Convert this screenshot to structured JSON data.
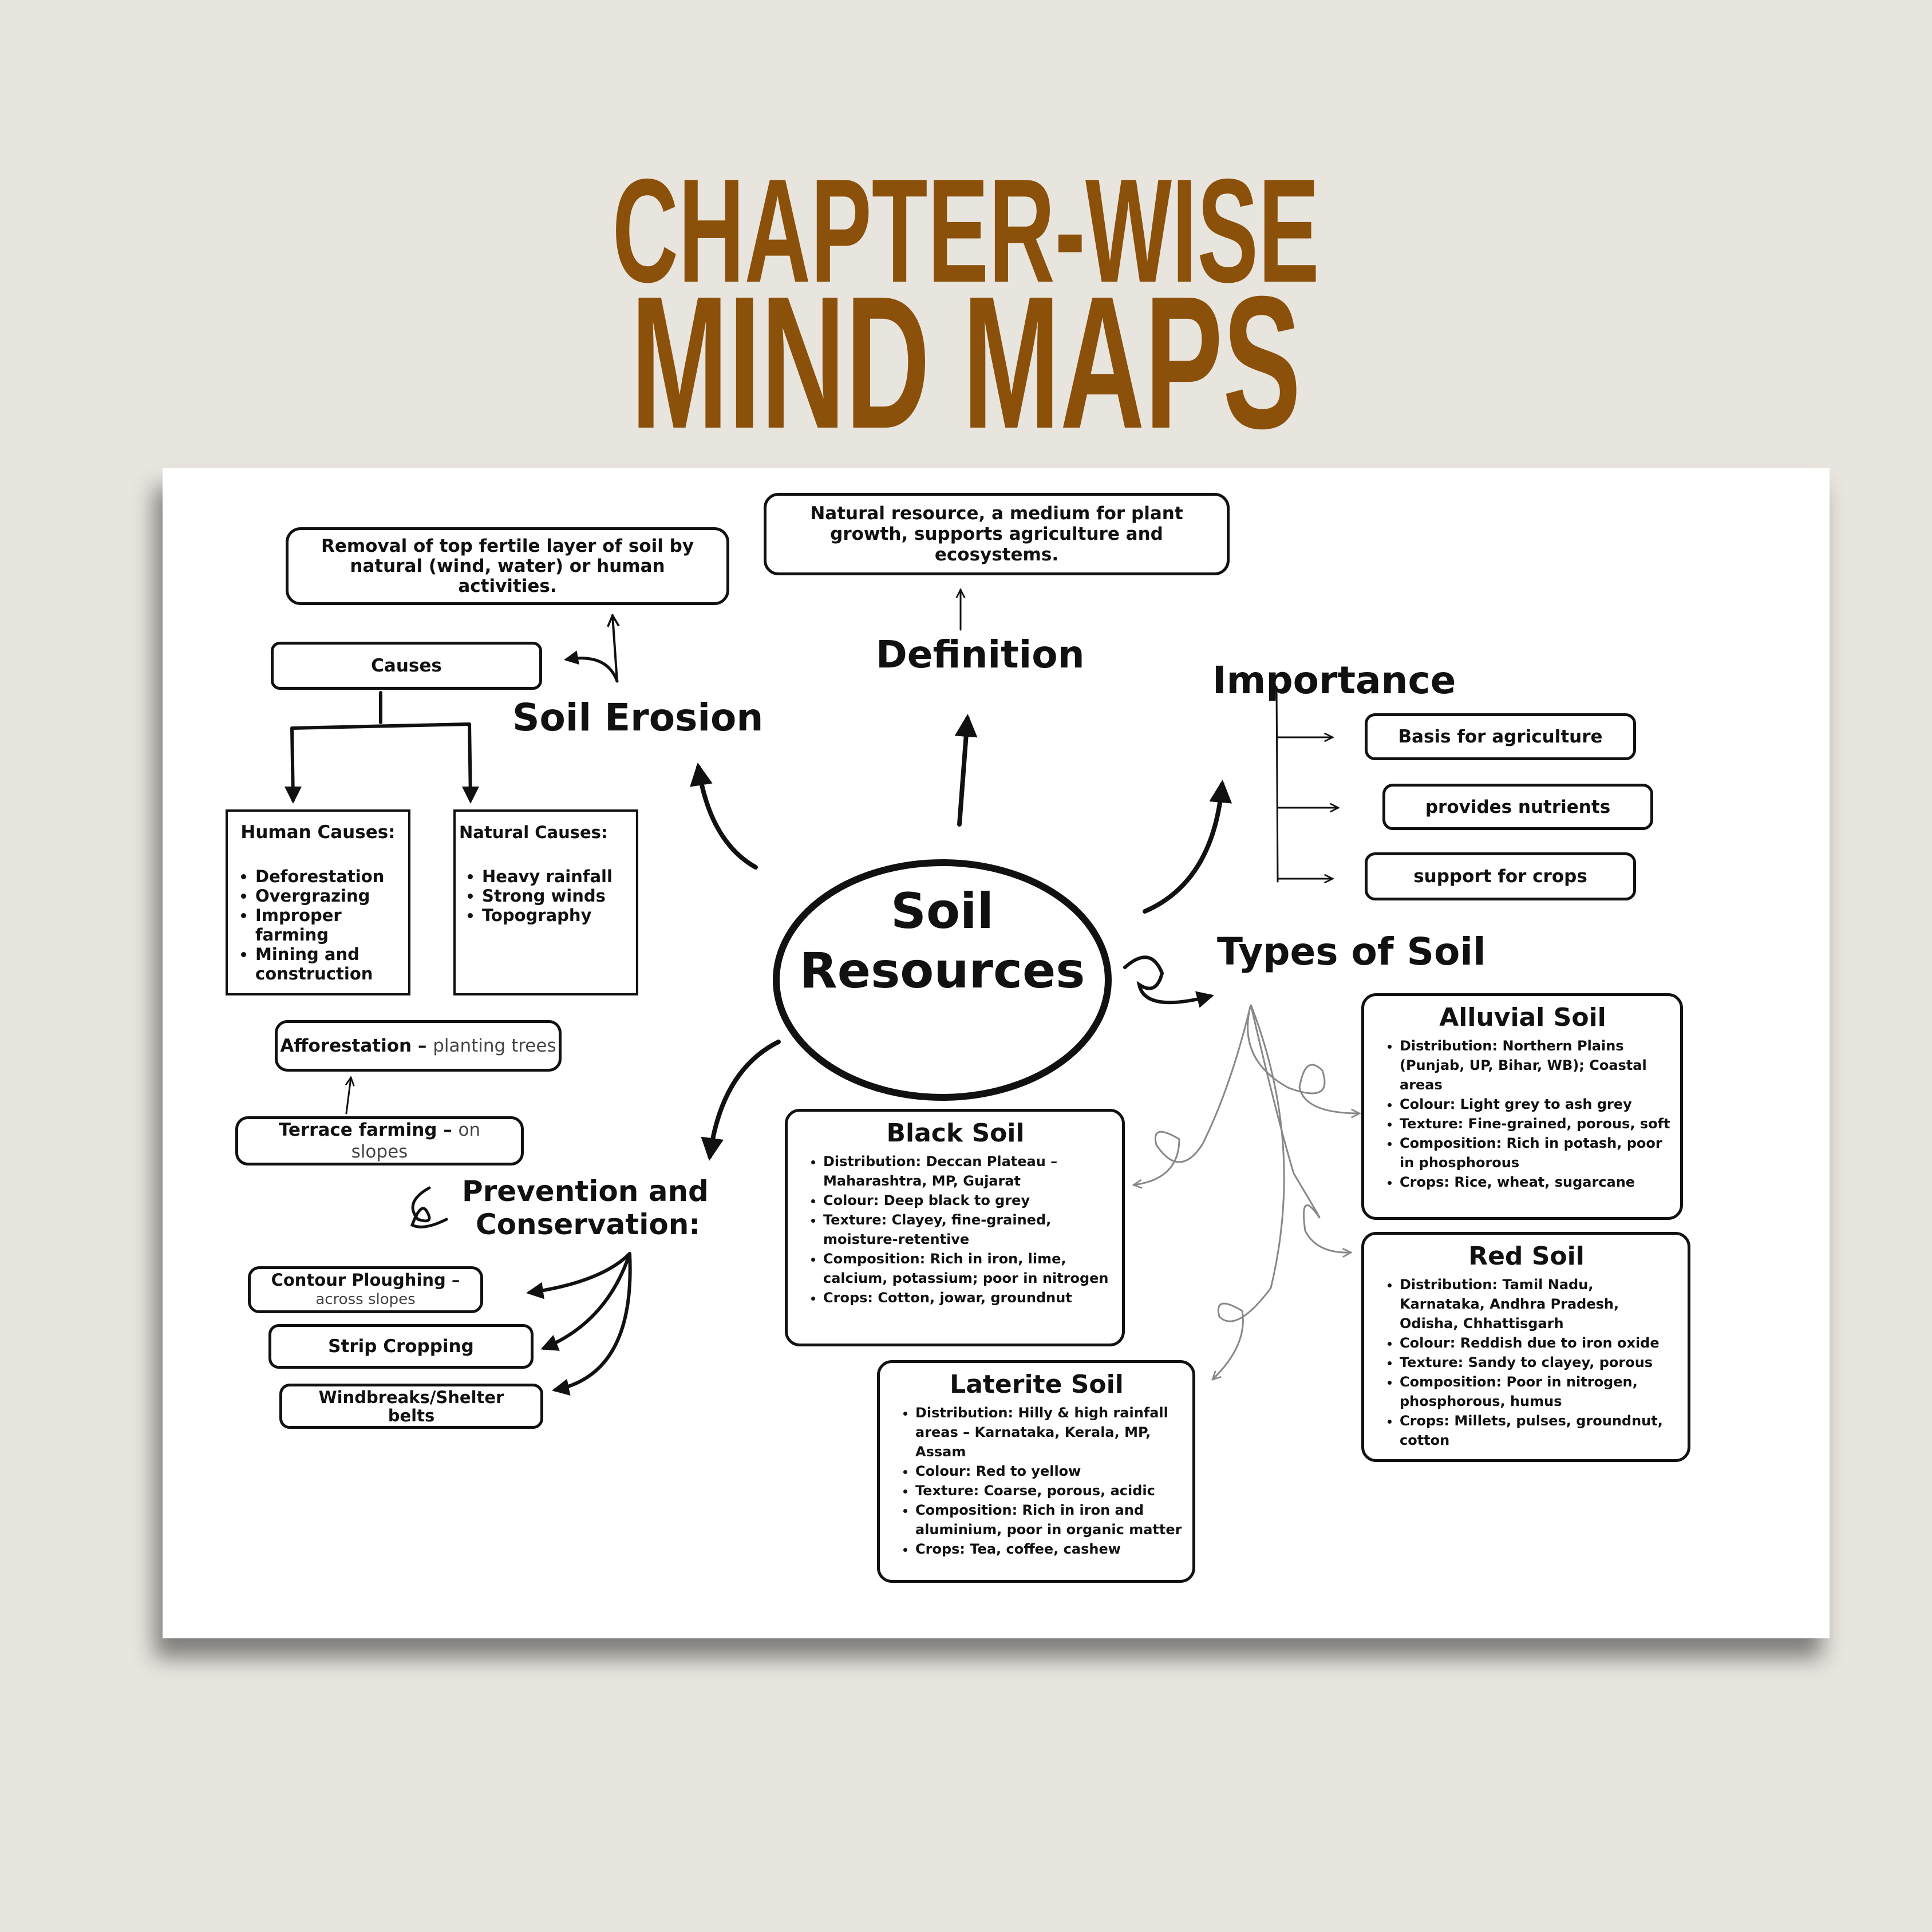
{
  "header": {
    "line1": "CHAPTER-WISE",
    "line2": "MIND MAPS"
  },
  "colors": {
    "title": "#8b5009",
    "background": "#e8e5df",
    "ink": "#111111"
  },
  "center": {
    "line1": "Soil",
    "line2": "Resources"
  },
  "definition": {
    "label": "Definition",
    "text": "Natural resource, a medium for plant growth, supports agriculture and ecosystems."
  },
  "erosion": {
    "label": "Soil Erosion",
    "text": "Removal of top fertile layer of soil by natural (wind, water) or human activities.",
    "causes_label": "Causes",
    "human": {
      "title": "Human Causes:",
      "items": [
        "Deforestation",
        "Overgrazing",
        "Improper farming",
        "Mining and construction"
      ]
    },
    "natural": {
      "title": "Natural Causes:",
      "items": [
        "Heavy rainfall",
        "Strong winds",
        "Topography"
      ]
    }
  },
  "importance": {
    "label": "Importance",
    "items": [
      "Basis for agriculture",
      "provides nutrients",
      "support for crops"
    ]
  },
  "prevention": {
    "label_line1": "Prevention and",
    "label_line2": "Conservation:",
    "afforestation": {
      "bold": "Afforestation –",
      "rest": "planting trees"
    },
    "terrace": {
      "bold": "Terrace farming –",
      "rest": "on slopes"
    },
    "contour": {
      "bold": "Contour Ploughing –",
      "rest": "across slopes"
    },
    "strip": "Strip Cropping",
    "windbreaks": "Windbreaks/Shelter belts"
  },
  "types": {
    "label": "Types of Soil",
    "alluvial": {
      "title": "Alluvial Soil",
      "items": [
        "Distribution: Northern Plains (Punjab, UP, Bihar, WB); Coastal areas",
        "Colour: Light grey to ash grey",
        "Texture: Fine-grained, porous, soft",
        "Composition: Rich in potash, poor in phosphorous",
        "Crops: Rice, wheat, sugarcane"
      ]
    },
    "red": {
      "title": "Red Soil",
      "items": [
        "Distribution: Tamil Nadu, Karnataka, Andhra Pradesh, Odisha, Chhattisgarh",
        "Colour: Reddish due to iron oxide",
        "Texture: Sandy to clayey, porous",
        "Composition: Poor in nitrogen, phosphorous, humus",
        "Crops: Millets, pulses, groundnut, cotton"
      ]
    },
    "black": {
      "title": "Black Soil",
      "items": [
        "Distribution: Deccan Plateau – Maharashtra, MP, Gujarat",
        "Colour: Deep black to grey",
        "Texture: Clayey, fine-grained, moisture-retentive",
        "Composition: Rich in iron, lime, calcium, potassium; poor in nitrogen",
        "Crops: Cotton, jowar, groundnut"
      ]
    },
    "laterite": {
      "title": "Laterite Soil",
      "items": [
        "Distribution: Hilly & high rainfall areas – Karnataka, Kerala, MP, Assam",
        "Colour: Red to yellow",
        "Texture: Coarse, porous, acidic",
        "Composition: Rich in iron and aluminium, poor in organic matter",
        "Crops: Tea, coffee, cashew"
      ]
    }
  }
}
